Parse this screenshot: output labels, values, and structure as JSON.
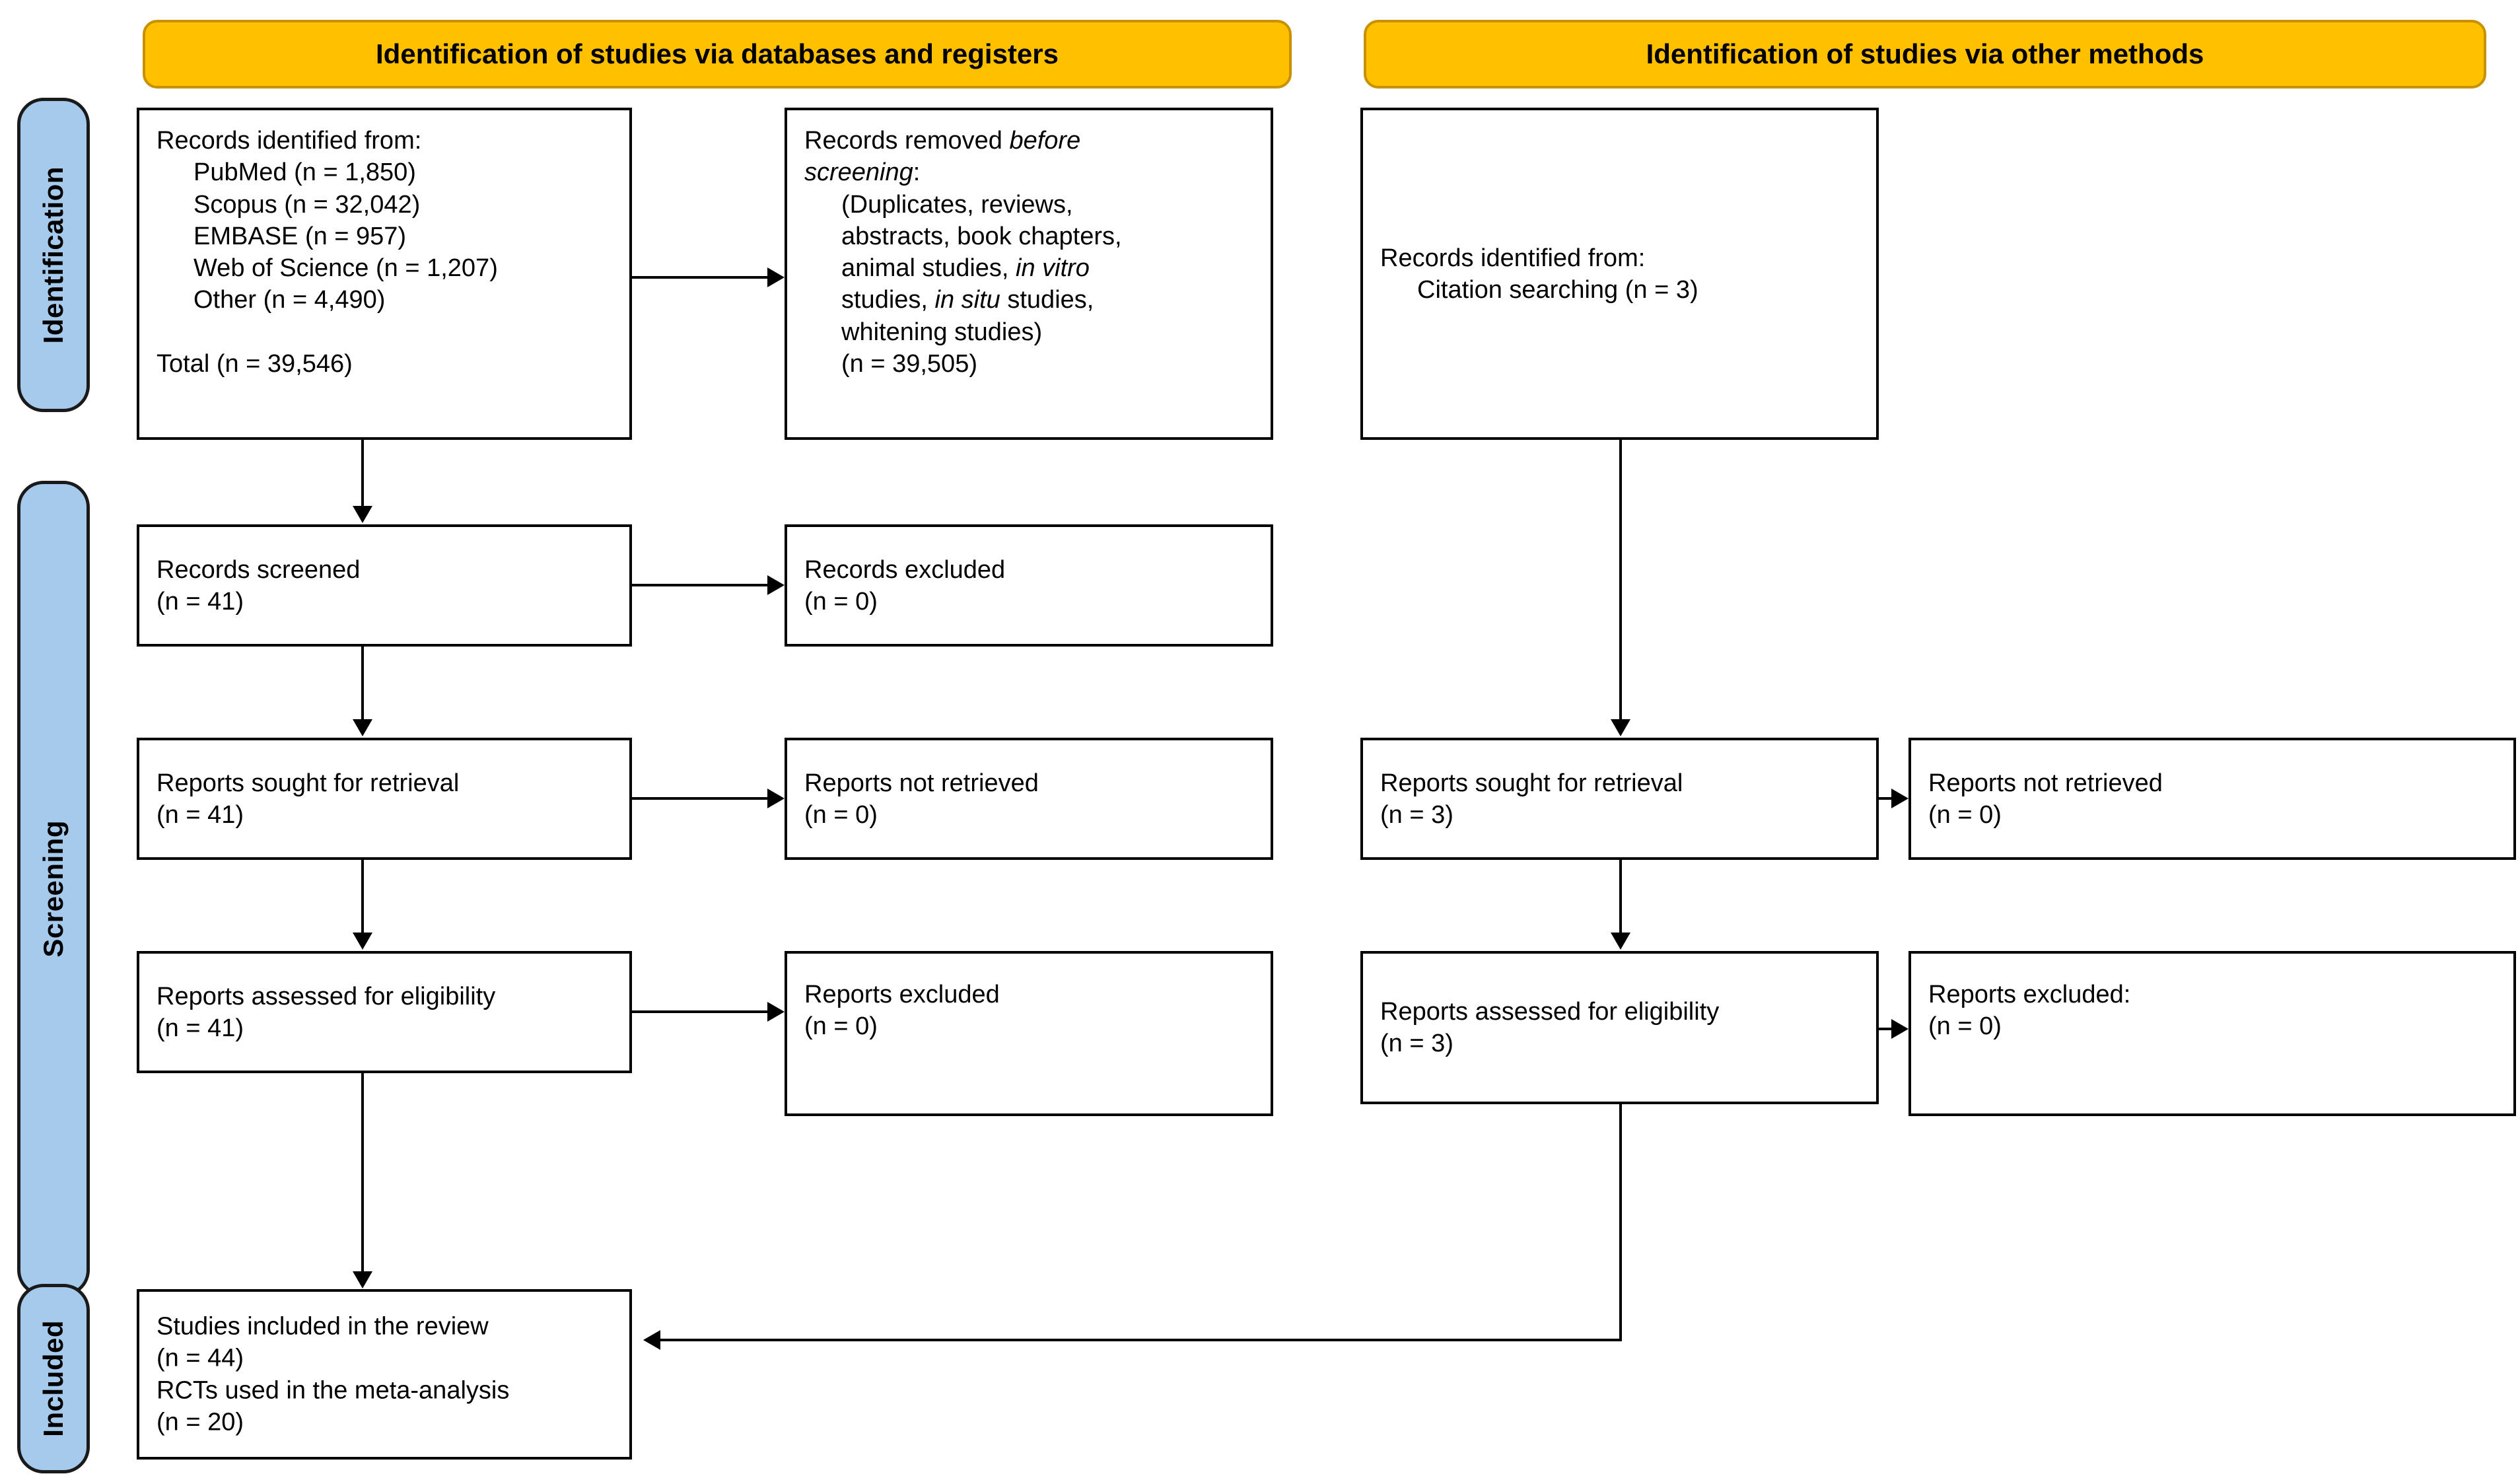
{
  "diagram": {
    "title": "PRISMA 2020 flow diagram",
    "accent_yellow": "#FFC000",
    "accent_blue": "#A6CAEC",
    "line_color": "#000000"
  },
  "phases": [
    {
      "id": "identification",
      "label": "Identification"
    },
    {
      "id": "screening",
      "label": "Screening"
    },
    {
      "id": "included",
      "label": "Included"
    }
  ],
  "columns": [
    {
      "id": "databases",
      "header": "Identification of studies via databases and registers"
    },
    {
      "id": "other",
      "header": "Identification of studies via other methods"
    }
  ],
  "boxes": {
    "records_identified": {
      "line1": "Records identified from:",
      "line2": "PubMed (n = 1,850)",
      "line3": "Scopus (n = 32,042)",
      "line4": "EMBASE (n = 957)",
      "line5": "Web of Science (n = 1,207)",
      "line6": "Other (n = 4,490)",
      "line7": "Total (n = 39,546)"
    },
    "records_removed": {
      "line1a": "Records removed ",
      "line1b": "before",
      "line2b": "screening",
      "line2c": ":",
      "line3": "(Duplicates, reviews,",
      "line4": "abstracts, book chapters,",
      "line5a": "animal studies, ",
      "line5b": "in vitro",
      "line6a": "studies, ",
      "line6b": "in situ",
      "line6c": " studies,",
      "line7": "whitening studies)",
      "line8": "(n = 39,505)"
    },
    "records_screened": {
      "line1": "Records screened",
      "line2": "(n = 41)"
    },
    "records_excluded": {
      "line1": "Records excluded",
      "line2": "(n = 0)"
    },
    "reports_sought_left": {
      "line1": "Reports sought for retrieval",
      "line2": "(n = 41)"
    },
    "reports_not_retrieved_left": {
      "line1": "Reports not retrieved",
      "line2": "(n = 0)"
    },
    "reports_assessed_left": {
      "line1": "Reports assessed for eligibility",
      "line2": "(n = 41)"
    },
    "reports_excluded_left": {
      "line1": "Reports excluded",
      "line2": "(n = 0)"
    },
    "records_identified_other": {
      "line1": "Records identified from:",
      "line2": "Citation searching (n = 3)"
    },
    "reports_sought_right": {
      "line1": "Reports sought for retrieval",
      "line2": "(n = 3)"
    },
    "reports_not_retrieved_right": {
      "line1": "Reports not retrieved",
      "line2": "(n = 0)"
    },
    "reports_assessed_right": {
      "line1": "Reports assessed for eligibility",
      "line2": "(n = 3)"
    },
    "reports_excluded_right": {
      "line1": "Reports excluded:",
      "line2": "(n = 0)"
    },
    "studies_included": {
      "line1": "Studies included in the review",
      "line2": "(n = 44)",
      "line3": "RCTs used in the meta-analysis",
      "line4": "(n = 20)"
    }
  },
  "chart_data": {
    "type": "diagram",
    "title": "PRISMA 2020 flow diagram",
    "nodes": [
      {
        "id": "records_identified",
        "phase": "Identification",
        "column": "databases",
        "label": "Records identified from",
        "n": 39546,
        "sources": [
          {
            "name": "PubMed",
            "n": 1850
          },
          {
            "name": "Scopus",
            "n": 32042
          },
          {
            "name": "EMBASE",
            "n": 957
          },
          {
            "name": "Web of Science",
            "n": 1207
          },
          {
            "name": "Other",
            "n": 4490
          }
        ]
      },
      {
        "id": "records_removed",
        "phase": "Identification",
        "column": "databases",
        "label": "Records removed before screening",
        "n": 39505
      },
      {
        "id": "records_screened",
        "phase": "Screening",
        "column": "databases",
        "label": "Records screened",
        "n": 41
      },
      {
        "id": "records_excluded",
        "phase": "Screening",
        "column": "databases",
        "label": "Records excluded",
        "n": 0
      },
      {
        "id": "reports_sought_left",
        "phase": "Screening",
        "column": "databases",
        "label": "Reports sought for retrieval",
        "n": 41
      },
      {
        "id": "reports_not_retrieved_left",
        "phase": "Screening",
        "column": "databases",
        "label": "Reports not retrieved",
        "n": 0
      },
      {
        "id": "reports_assessed_left",
        "phase": "Screening",
        "column": "databases",
        "label": "Reports assessed for eligibility",
        "n": 41
      },
      {
        "id": "reports_excluded_left",
        "phase": "Screening",
        "column": "databases",
        "label": "Reports excluded",
        "n": 0
      },
      {
        "id": "records_identified_other",
        "phase": "Identification",
        "column": "other",
        "label": "Citation searching",
        "n": 3
      },
      {
        "id": "reports_sought_right",
        "phase": "Screening",
        "column": "other",
        "label": "Reports sought for retrieval",
        "n": 3
      },
      {
        "id": "reports_not_retrieved_right",
        "phase": "Screening",
        "column": "other",
        "label": "Reports not retrieved",
        "n": 0
      },
      {
        "id": "reports_assessed_right",
        "phase": "Screening",
        "column": "other",
        "label": "Reports assessed for eligibility",
        "n": 3
      },
      {
        "id": "reports_excluded_right",
        "phase": "Screening",
        "column": "other",
        "label": "Reports excluded",
        "n": 0
      },
      {
        "id": "studies_included",
        "phase": "Included",
        "column": "databases",
        "label": "Studies included in the review",
        "n": 44,
        "rcts_meta_analysis": 20
      }
    ],
    "edges": [
      {
        "from": "records_identified",
        "to": "records_removed"
      },
      {
        "from": "records_identified",
        "to": "records_screened"
      },
      {
        "from": "records_screened",
        "to": "records_excluded"
      },
      {
        "from": "records_screened",
        "to": "reports_sought_left"
      },
      {
        "from": "reports_sought_left",
        "to": "reports_not_retrieved_left"
      },
      {
        "from": "reports_sought_left",
        "to": "reports_assessed_left"
      },
      {
        "from": "reports_assessed_left",
        "to": "reports_excluded_left"
      },
      {
        "from": "reports_assessed_left",
        "to": "studies_included"
      },
      {
        "from": "records_identified_other",
        "to": "reports_sought_right"
      },
      {
        "from": "reports_sought_right",
        "to": "reports_not_retrieved_right"
      },
      {
        "from": "reports_sought_right",
        "to": "reports_assessed_right"
      },
      {
        "from": "reports_assessed_right",
        "to": "reports_excluded_right"
      },
      {
        "from": "reports_assessed_right",
        "to": "studies_included"
      }
    ]
  }
}
